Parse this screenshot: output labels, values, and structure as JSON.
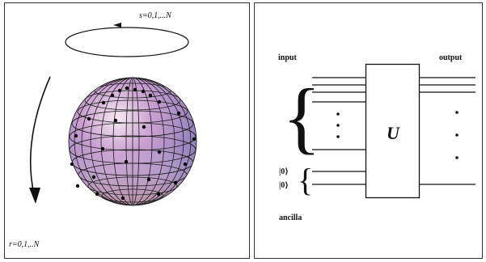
{
  "left_panel": {
    "s_label": "s=0,1,...N",
    "r_label": "r=0,1,..N"
  },
  "right_panel": {
    "input_label": "input",
    "output_label": "output",
    "gate_label": "U",
    "ket_1": "|0⟩",
    "ket_2": "|0⟩",
    "ancilla_label": "ancilla"
  },
  "colors": {
    "sphere_top": "#7d86c4",
    "sphere_mid": "#c99ac7",
    "sphere_bottom": "#e0a6a6",
    "line": "#111111"
  }
}
